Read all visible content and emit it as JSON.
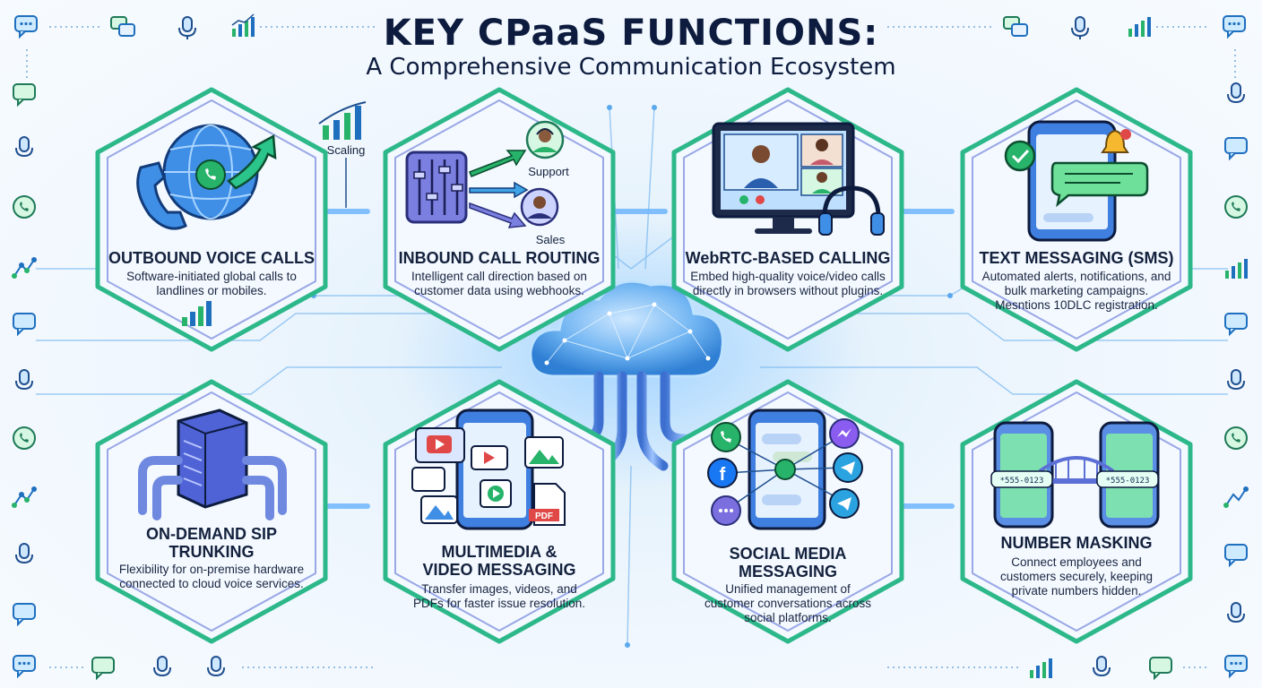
{
  "header": {
    "title": "KEY CPaaS FUNCTIONS:",
    "subtitle": "A Comprehensive Communication Ecosystem"
  },
  "colors": {
    "navy": "#0d1b3e",
    "hex_border": "#2db88a",
    "hex_inner": "#5e6fd6",
    "glow": "#4ea8ff",
    "accent_green": "#27b36a"
  },
  "cards": [
    {
      "heading": "OUTBOUND VOICE CALLS",
      "description": "Software-initiated global calls to landlines or mobiles.",
      "icon": "globe-phone-icon"
    },
    {
      "heading": "INBOUND CALL ROUTING",
      "description": "Intelligent call direction based on customer data using webhooks.",
      "icon": "router-sliders-icon",
      "labels": {
        "support": "Support",
        "sales": "Sales"
      }
    },
    {
      "heading": "WebRTC-BASED CALLING",
      "description": "Embed high-quality voice/video calls directly in browsers without plugins.",
      "icon": "monitor-video-icon"
    },
    {
      "heading": "TEXT MESSAGING (SMS)",
      "description": "Automated alerts, notifications, and bulk marketing campaigns. Mesntions 10DLC registration.",
      "icon": "phone-sms-icon"
    },
    {
      "heading": "ON-DEMAND SIP TRUNKING",
      "description": "Flexibility for on-premise hardware connected to cloud voice services.",
      "icon": "server-pipes-icon"
    },
    {
      "heading": "MULTIMEDIA & VIDEO MESSAGING",
      "description": "Transfer images, videos, and PDFs for faster issue resolution.",
      "icon": "phone-media-icon",
      "labels": {
        "pdf": "PDF"
      }
    },
    {
      "heading": "SOCIAL MEDIA MESSAGING",
      "description": "Unified management of customer conversations across social platforms.",
      "icon": "phone-social-icon"
    },
    {
      "heading": "NUMBER MASKING",
      "description": "Connect employees and customers securely, keeping private numbers hidden.",
      "icon": "phones-bridge-icon",
      "labels": {
        "left_number": "*555-0123",
        "right_number": "*555-0123"
      }
    }
  ],
  "annotations": {
    "scaling": "Scaling"
  }
}
